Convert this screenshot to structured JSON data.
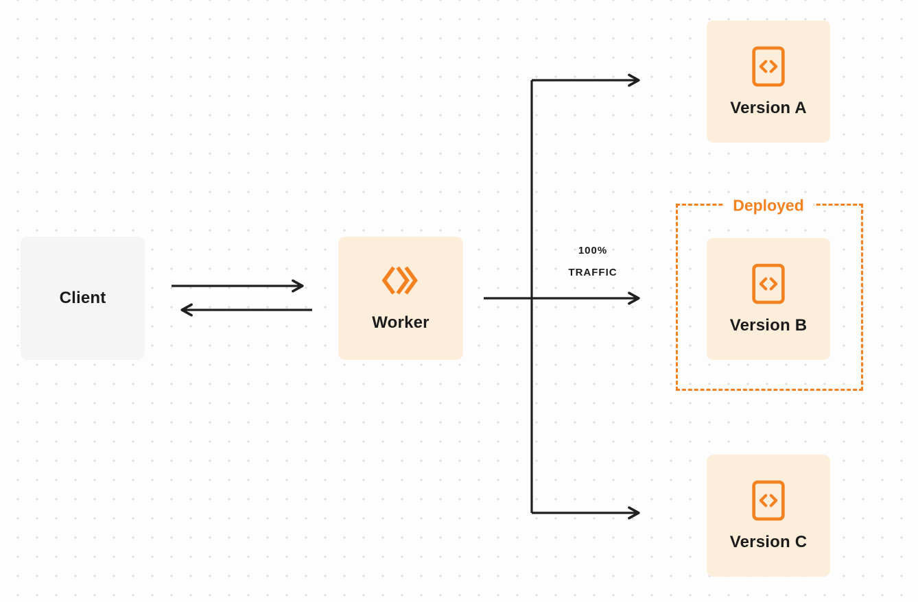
{
  "nodes": {
    "client": {
      "label": "Client"
    },
    "worker": {
      "label": "Worker"
    },
    "version_a": {
      "label": "Version A"
    },
    "version_b": {
      "label": "Version B"
    },
    "version_c": {
      "label": "Version C"
    }
  },
  "annotations": {
    "deployed": {
      "label": "Deployed"
    },
    "traffic": {
      "line1": "100%",
      "line2": "TRAFFIC"
    }
  },
  "edges": [
    {
      "from": "client",
      "to": "worker",
      "type": "bidirectional"
    },
    {
      "from": "worker",
      "to": "version_a"
    },
    {
      "from": "worker",
      "to": "version_b",
      "label": "100% TRAFFIC"
    },
    {
      "from": "worker",
      "to": "version_c"
    }
  ],
  "colors": {
    "accent_orange": "#f48120",
    "node_cream": "#fdeedb",
    "node_gray": "#f5f5f6",
    "arrow": "#1f1f1f",
    "text": "#1b1b1b",
    "background": "#fdfdfd",
    "dot": "#dddddd"
  }
}
